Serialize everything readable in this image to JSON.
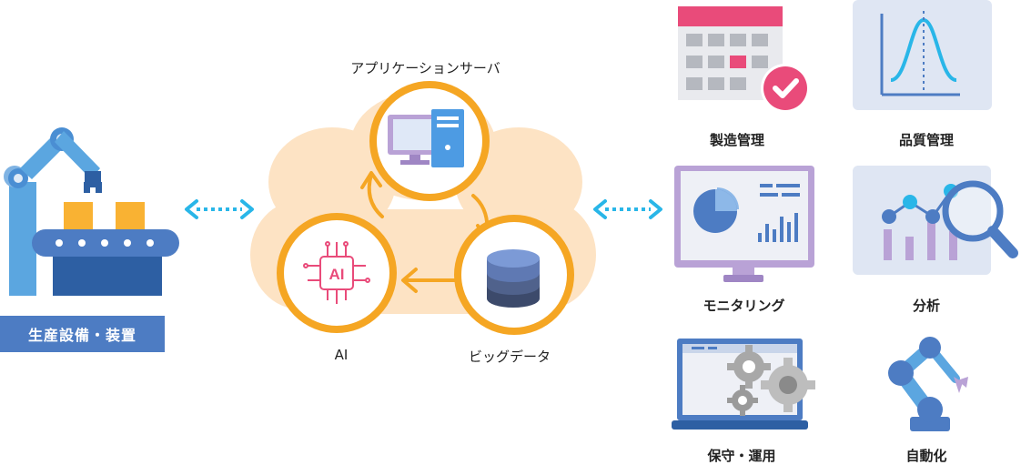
{
  "factory": {
    "label": "生産設備・装置"
  },
  "center": {
    "server_label": "アプリケーションサーバ",
    "ai_label": "AI",
    "bigdata_label": "ビッグデータ",
    "chip_text": "AI"
  },
  "apps": {
    "production": "製造管理",
    "quality": "品質管理",
    "monitoring": "モニタリング",
    "analysis": "分析",
    "maintenance": "保守・運用",
    "automation": "自動化"
  },
  "colors": {
    "orange": "#f5a623",
    "cloud": "#fde3c4",
    "blue": "#4d7cc3",
    "cyan": "#29b6e8",
    "purple": "#b9a2d6",
    "pink": "#e94b7a"
  }
}
